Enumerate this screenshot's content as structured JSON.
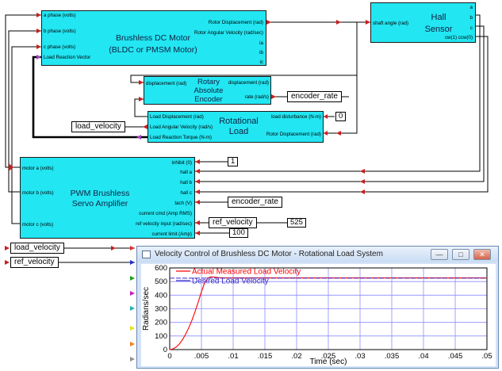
{
  "blocks": {
    "motor": {
      "title_line1": "Brushless DC Motor",
      "title_line2": "(BLDC or PMSM Motor)",
      "inputs": [
        "a phase (volts)",
        "b phase (volts)",
        "c phase (volts)",
        "Load Reaction Vector"
      ],
      "outputs": [
        "Rotor Displacement (rad)",
        "Rotor Angular Velocity (rad/sec)",
        "ia",
        "ib",
        "ic"
      ]
    },
    "hall": {
      "title_line1": "Hall",
      "title_line2": "Sensor",
      "inputs": [
        "shaft angle (rad)"
      ],
      "outputs": [
        "a",
        "b",
        "c",
        "cw(1) ccw(0)"
      ]
    },
    "encoder": {
      "title_line1": "Rotary",
      "title_line2": "Absolute",
      "title_line3": "Encoder",
      "inputs": [
        "displacement (rad)"
      ],
      "outputs": [
        "displacement (rad)",
        "rate (rad/s)"
      ]
    },
    "load": {
      "title_line1": "Rotational",
      "title_line2": "Load",
      "inputs": [
        "load disturbance (N-m)",
        "Rotor Displacement (rad)"
      ],
      "outputs": [
        "Load Displacement (rad)",
        "Load Angular Velocity (rad/s)",
        "Load Reaction Torque (N-m)"
      ]
    },
    "amp": {
      "title_line1": "PWM Brushless",
      "title_line2": "Servo Amplifier",
      "outputs": [
        "motor a (volts)",
        "motor b (volts)",
        "motor c (volts)"
      ],
      "inputs": [
        "inhibit (0)",
        "hall a",
        "hall b",
        "hall c",
        "tach (V)",
        "current cmd (Amp RMS)",
        "ref velocity input (rad/sec)",
        "current limit (Amp)"
      ]
    }
  },
  "constants": {
    "disturbance": "0",
    "inhibit": "1",
    "ref_vel": "525",
    "current_limit": "100"
  },
  "tags": {
    "encoder_rate_out": "encoder_rate",
    "load_velocity_out": "load_velocity",
    "encoder_rate_in": "encoder_rate",
    "ref_velocity_out": "ref_velocity",
    "load_velocity_in": "load_velocity",
    "ref_velocity_in": "ref_velocity"
  },
  "plot_window": {
    "title": "Velocity Control of Brushless DC Motor - Rotational Load System",
    "btn_min": "—",
    "btn_max": "□",
    "btn_close": "✕"
  },
  "colors": {
    "block_fill": "#22e6f2",
    "port_arrow": "#c81e1e",
    "measured": "#ff0000",
    "desired": "#3a2cc8",
    "grid": "#8c8cff"
  },
  "chart_data": {
    "type": "line",
    "title": "",
    "xlabel": "Time (sec)",
    "ylabel": "Radians/sec",
    "xlim": [
      0,
      0.05
    ],
    "ylim": [
      0,
      600
    ],
    "xticks": [
      "0",
      ".005",
      ".01",
      ".015",
      ".02",
      ".025",
      ".03",
      ".035",
      ".04",
      ".045",
      ".05"
    ],
    "yticks": [
      "0",
      "100",
      "200",
      "300",
      "400",
      "500",
      "600"
    ],
    "grid": true,
    "legend_position": "top-left",
    "series": [
      {
        "name": "Actual Measured Load Velocity",
        "color": "#ff0000",
        "x": [
          0,
          0.0005,
          0.001,
          0.0015,
          0.002,
          0.0025,
          0.003,
          0.0035,
          0.004,
          0.0045,
          0.005,
          0.0055,
          0.006,
          0.0065,
          0.007,
          0.0075,
          0.008,
          0.0085,
          0.009,
          0.01,
          0.015,
          0.02,
          0.025,
          0.03,
          0.035,
          0.04,
          0.045,
          0.05
        ],
        "y": [
          0,
          5,
          18,
          40,
          72,
          112,
          160,
          215,
          280,
          350,
          425,
          490,
          525,
          535,
          533,
          530,
          528,
          527,
          527,
          527,
          527,
          527,
          527,
          527,
          527,
          527,
          527,
          527
        ]
      },
      {
        "name": "Desired Load Velocity",
        "color": "#3a2cc8",
        "x": [
          0,
          0.05
        ],
        "y": [
          525,
          525
        ]
      }
    ]
  }
}
